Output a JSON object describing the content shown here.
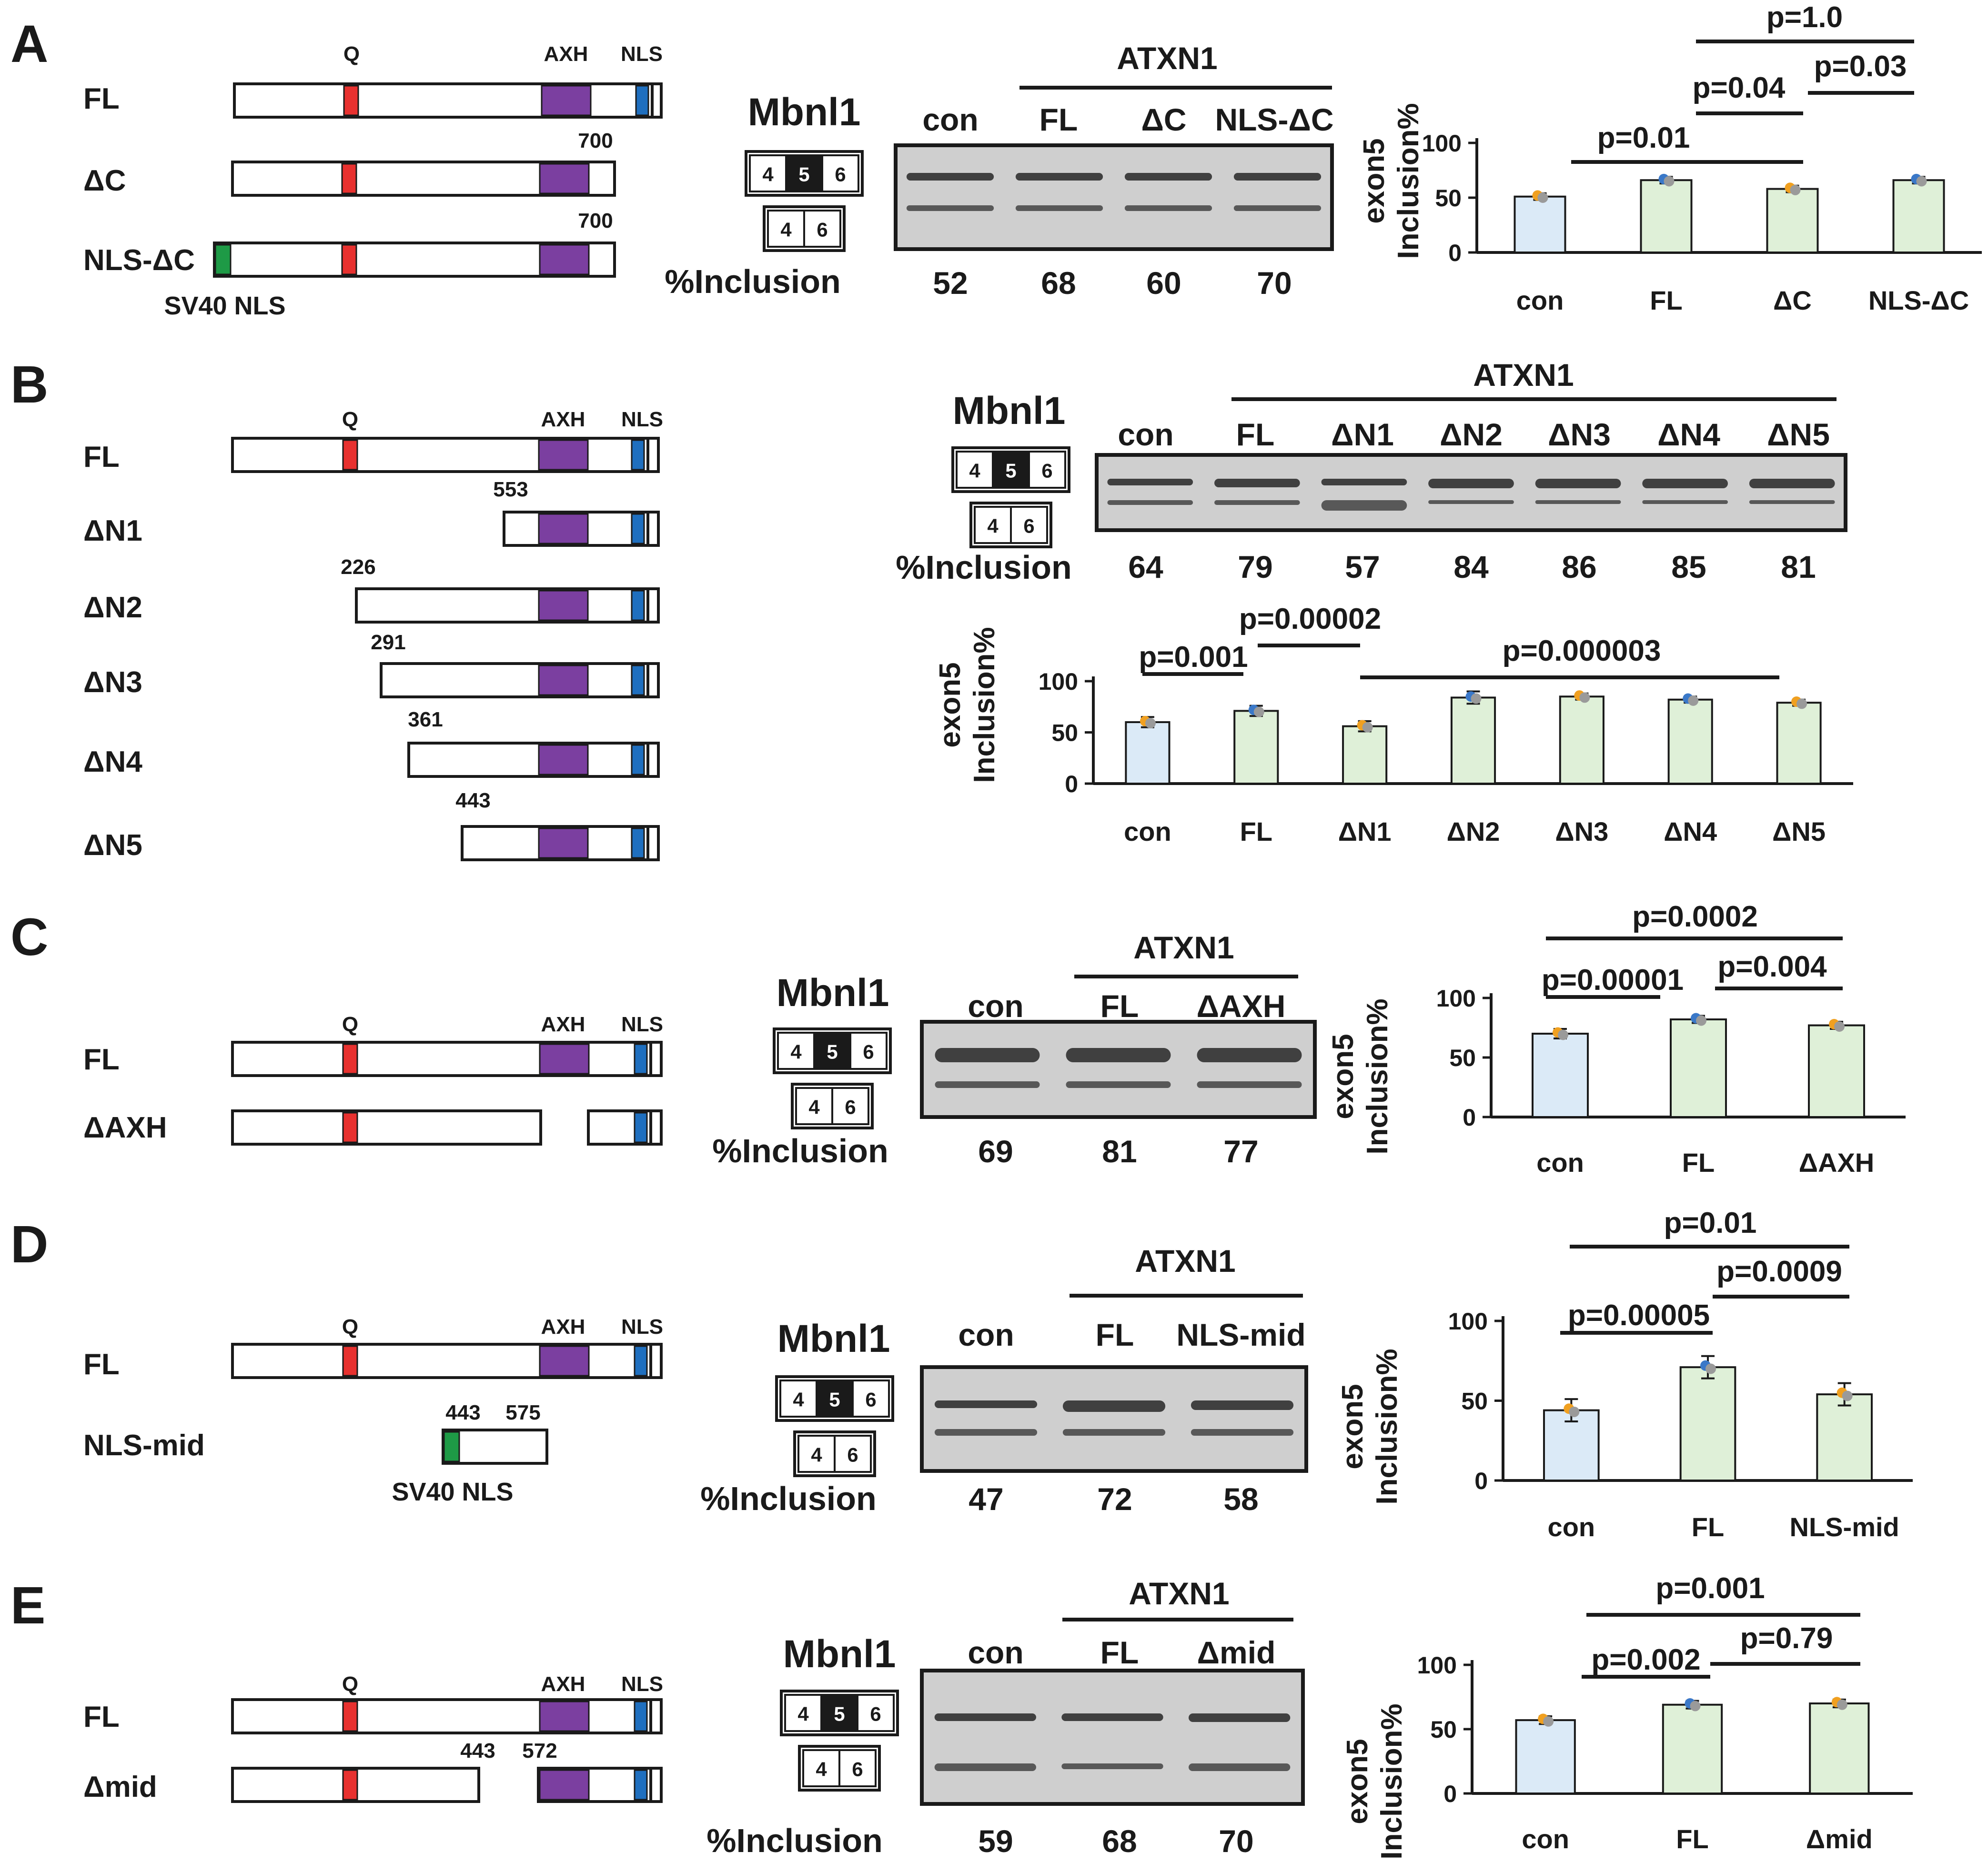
{
  "domains": {
    "q": "Q",
    "axh": "AXH",
    "nls": "NLS"
  },
  "colors": {
    "q": "#e8312f",
    "axh": "#7b3fa0",
    "nls": "#1f6fbf",
    "sv40": "#1e9a46",
    "con_bar": "#dbeaf7",
    "bar": "#dff0d8",
    "gel_bg": "#cfcfcf",
    "band": "#303030",
    "dot_blue": "#3a78c8",
    "dot_orange": "#f0a020",
    "dot_gray": "#9a9a9a"
  },
  "common": {
    "mbnl1": "Mbnl1",
    "atxn1": "ATXN1",
    "inclusion_label": "%Inclusion",
    "sv40_nls": "SV40 NLS",
    "exons_top": [
      "4",
      "5",
      "6"
    ],
    "exons_bottom": [
      "4",
      "6"
    ],
    "ylabel_1": "exon5",
    "ylabel_2": "Inclusion%"
  },
  "panels": [
    {
      "letter": "A",
      "constructs": [
        {
          "label": "FL",
          "num": ""
        },
        {
          "label": "ΔC",
          "num": "700"
        },
        {
          "label": "NLS-ΔC",
          "num": "700"
        }
      ],
      "lanes": [
        "con",
        "FL",
        "ΔC",
        "NLS-ΔC"
      ],
      "inclusion": [
        "52",
        "68",
        "60",
        "70"
      ],
      "pvalues": [
        "p=1.0",
        "p=0.04",
        "p=0.03",
        "p=0.01"
      ]
    },
    {
      "letter": "B",
      "constructs": [
        {
          "label": "FL",
          "num": ""
        },
        {
          "label": "ΔN1",
          "num": "553"
        },
        {
          "label": "ΔN2",
          "num": "226"
        },
        {
          "label": "ΔN3",
          "num": "291"
        },
        {
          "label": "ΔN4",
          "num": "361"
        },
        {
          "label": "ΔN5",
          "num": "443"
        }
      ],
      "lanes": [
        "con",
        "FL",
        "ΔN1",
        "ΔN2",
        "ΔN3",
        "ΔN4",
        "ΔN5"
      ],
      "inclusion": [
        "64",
        "79",
        "57",
        "84",
        "86",
        "85",
        "81"
      ],
      "pvalues": [
        "p=0.00002",
        "p=0.001",
        "p=0.000003"
      ]
    },
    {
      "letter": "C",
      "constructs": [
        {
          "label": "FL",
          "num": ""
        },
        {
          "label": "ΔAXH",
          "num": ""
        }
      ],
      "lanes": [
        "con",
        "FL",
        "ΔAXH"
      ],
      "inclusion": [
        "69",
        "81",
        "77"
      ],
      "pvalues": [
        "p=0.0002",
        "p=0.00001",
        "p=0.004"
      ]
    },
    {
      "letter": "D",
      "constructs": [
        {
          "label": "FL",
          "num": ""
        },
        {
          "label": "NLS-mid",
          "num": "443",
          "num2": "575"
        }
      ],
      "lanes": [
        "con",
        "FL",
        "NLS-mid"
      ],
      "inclusion": [
        "47",
        "72",
        "58"
      ],
      "pvalues": [
        "p=0.01",
        "p=0.0009",
        "p=0.00005"
      ]
    },
    {
      "letter": "E",
      "constructs": [
        {
          "label": "FL",
          "num": ""
        },
        {
          "label": "Δmid",
          "num": "443",
          "num2": "572"
        }
      ],
      "lanes": [
        "con",
        "FL",
        "Δmid"
      ],
      "inclusion": [
        "59",
        "68",
        "70"
      ],
      "pvalues": [
        "p=0.001",
        "p=0.002",
        "p=0.79"
      ]
    }
  ],
  "chart_data": [
    {
      "type": "bar",
      "panel": "A",
      "categories": [
        "con",
        "FL",
        "ΔC",
        "NLS-ΔC"
      ],
      "values": [
        51,
        66,
        58,
        66
      ],
      "errors": [
        3,
        3,
        3,
        3
      ],
      "yticks": [
        "0",
        "50",
        "100"
      ],
      "ylim": [
        0,
        100
      ],
      "ylabel": "exon5 Inclusion%"
    },
    {
      "type": "bar",
      "panel": "B",
      "categories": [
        "con",
        "FL",
        "ΔN1",
        "ΔN2",
        "ΔN3",
        "ΔN4",
        "ΔN5"
      ],
      "values": [
        60,
        71,
        56,
        84,
        85,
        82,
        79
      ],
      "errors": [
        5,
        5,
        5,
        6,
        3,
        3,
        3
      ],
      "yticks": [
        "0",
        "50",
        "100"
      ],
      "ylim": [
        0,
        100
      ],
      "ylabel": "exon5 Inclusion%"
    },
    {
      "type": "bar",
      "panel": "C",
      "categories": [
        "con",
        "FL",
        "ΔAXH"
      ],
      "values": [
        70,
        82,
        77
      ],
      "errors": [
        4,
        3,
        3
      ],
      "yticks": [
        "0",
        "50",
        "100"
      ],
      "ylim": [
        0,
        100
      ],
      "ylabel": "exon5 Inclusion%"
    },
    {
      "type": "bar",
      "panel": "D",
      "categories": [
        "con",
        "FL",
        "NLS-mid"
      ],
      "values": [
        44,
        71,
        54
      ],
      "errors": [
        7,
        7,
        7
      ],
      "yticks": [
        "0",
        "50",
        "100"
      ],
      "ylim": [
        0,
        100
      ],
      "ylabel": "exon5 Inclusion%"
    },
    {
      "type": "bar",
      "panel": "E",
      "categories": [
        "con",
        "FL",
        "Δmid"
      ],
      "values": [
        57,
        69,
        70
      ],
      "errors": [
        3,
        3,
        3
      ],
      "yticks": [
        "0",
        "50",
        "100"
      ],
      "ylim": [
        0,
        100
      ],
      "ylabel": "exon5 Inclusion%"
    }
  ]
}
